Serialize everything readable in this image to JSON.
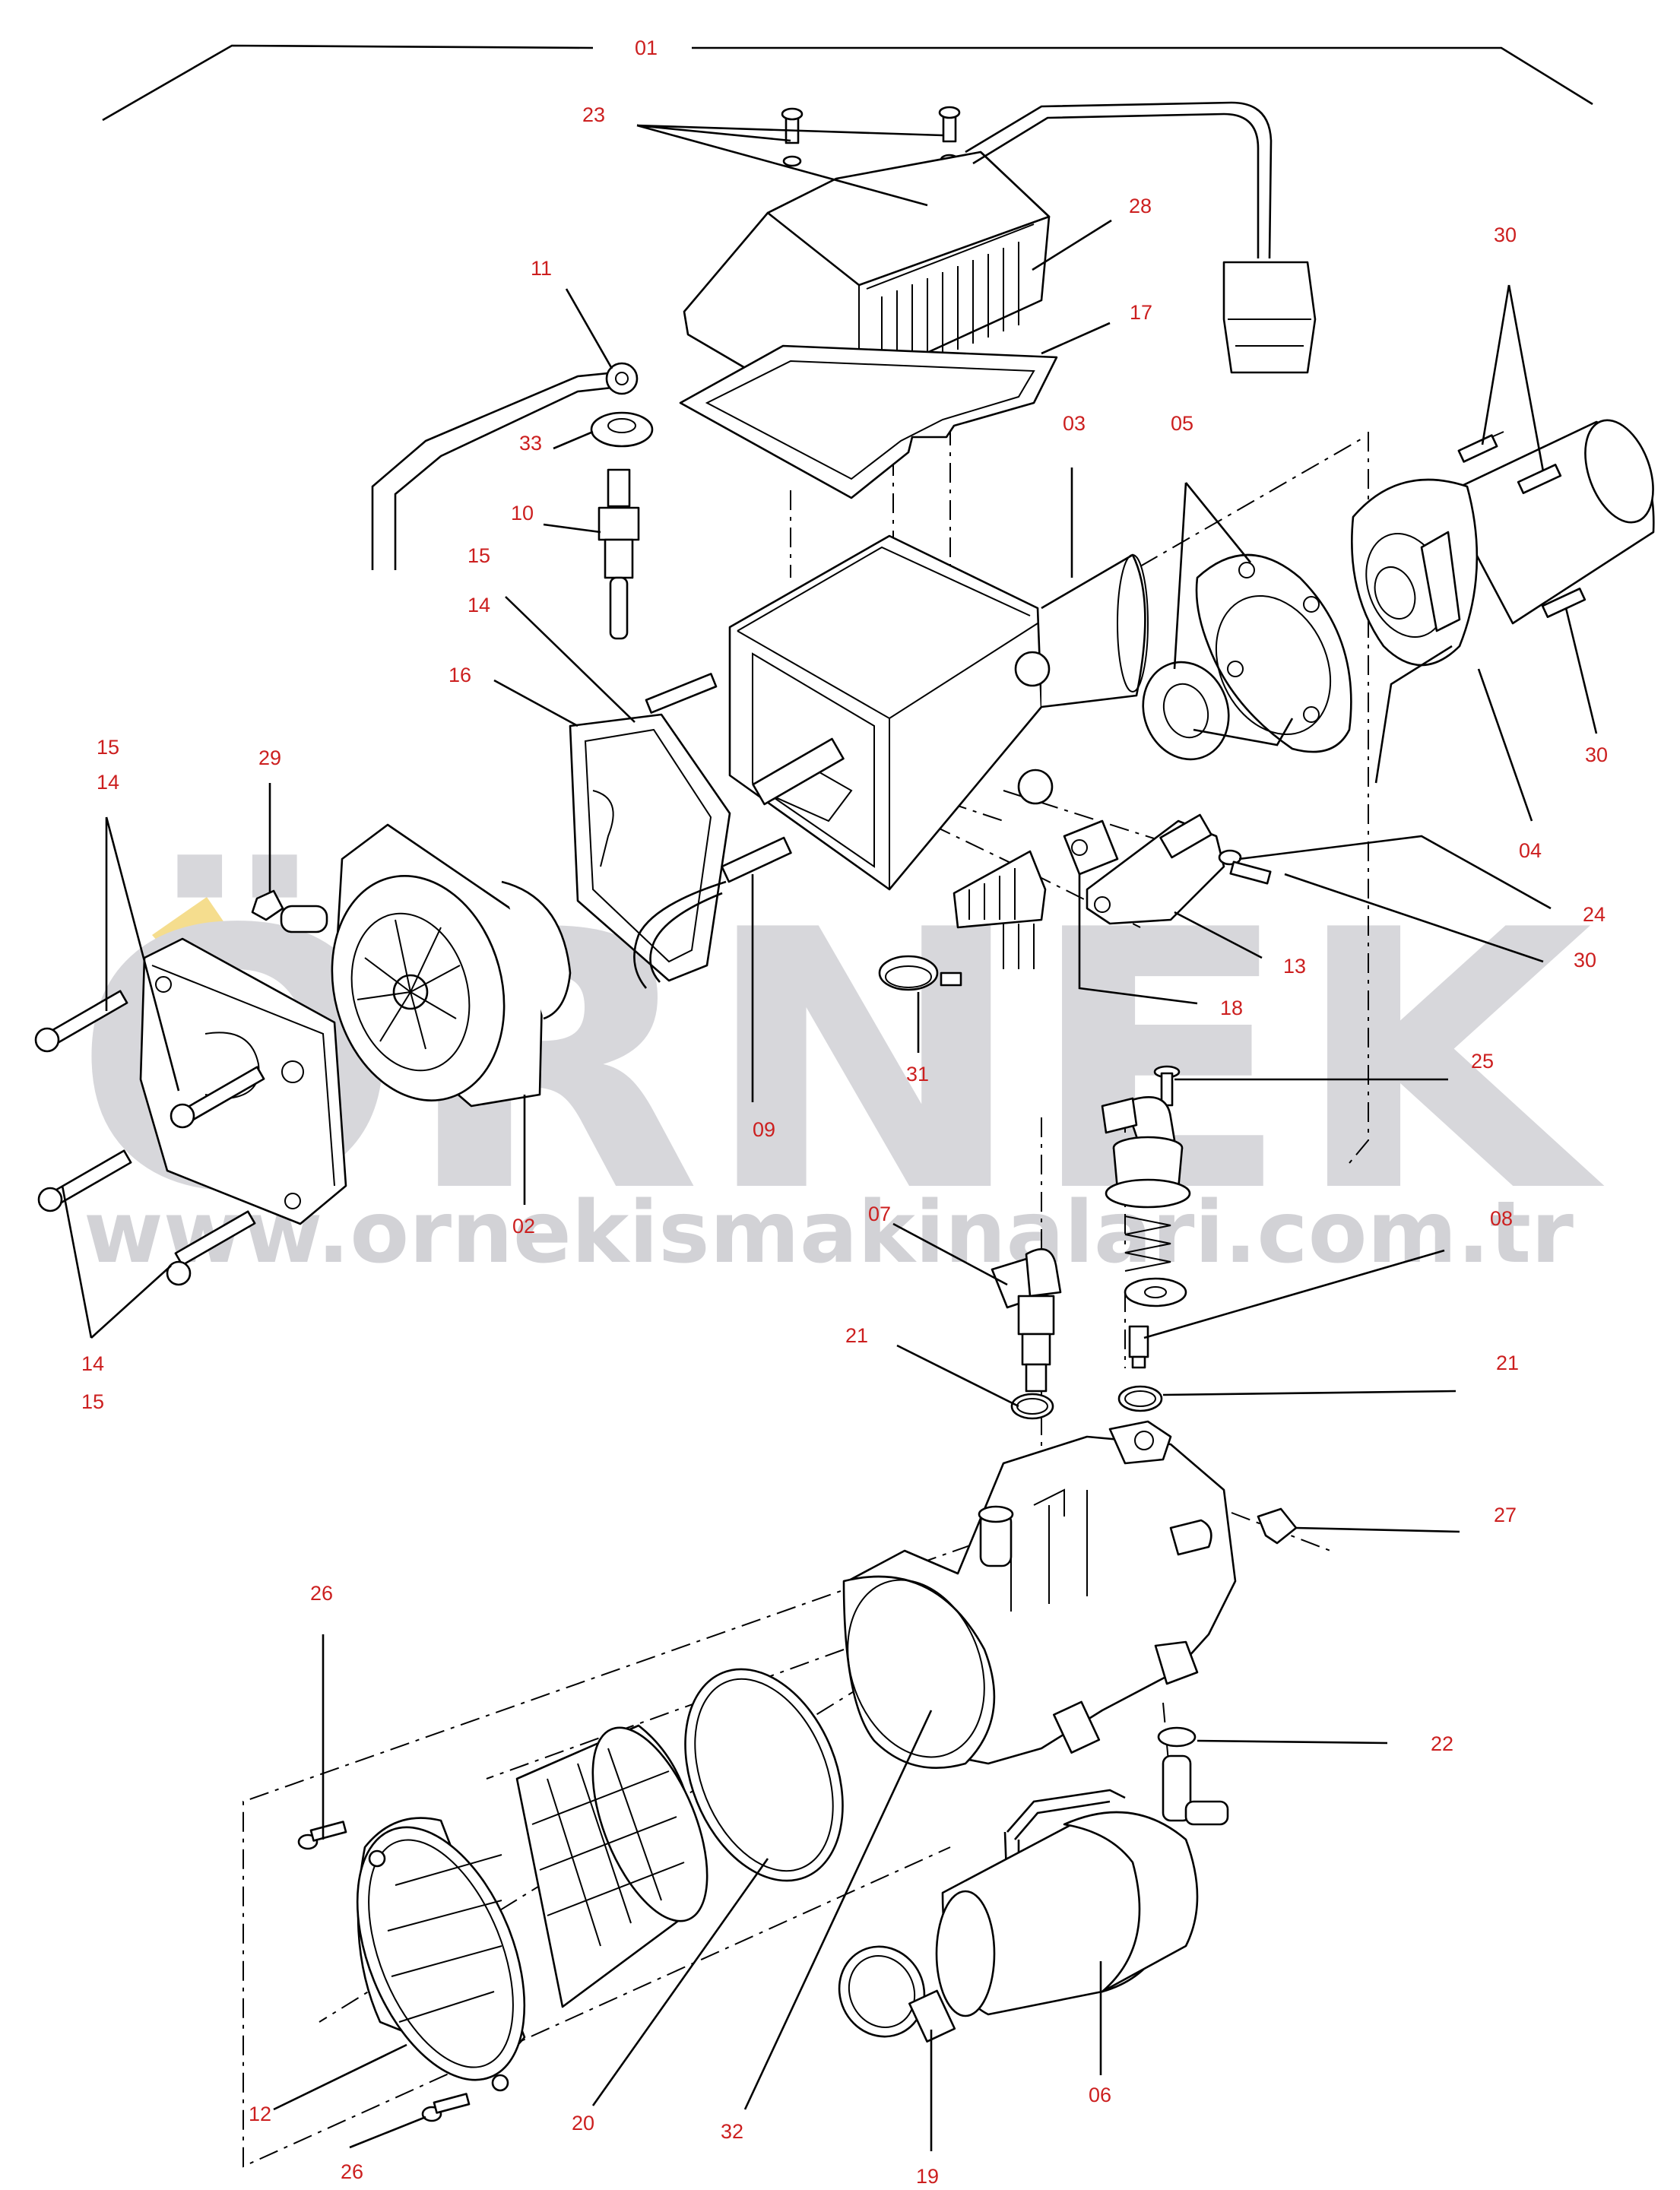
{
  "watermark": {
    "brand": "ÖRNEK",
    "url": "www.ornekismakinalari.com.tr",
    "brand_color": "#d7d7db",
    "accent_color": "#f3d77a"
  },
  "label_color": "#cc1f1f",
  "callouts": {
    "c01": "01",
    "c02": "02",
    "c03": "03",
    "c04": "04",
    "c05": "05",
    "c06": "06",
    "c07": "07",
    "c08": "08",
    "c09": "09",
    "c10": "10",
    "c11": "11",
    "c12": "12",
    "c13": "13",
    "c14a": "14",
    "c14b": "14",
    "c14c": "14",
    "c15a": "15",
    "c15b": "15",
    "c15c": "15",
    "c16": "16",
    "c17": "17",
    "c18": "18",
    "c19": "19",
    "c20": "20",
    "c21a": "21",
    "c21b": "21",
    "c22": "22",
    "c23": "23",
    "c24": "24",
    "c25": "25",
    "c26a": "26",
    "c26b": "26",
    "c27": "27",
    "c28": "28",
    "c29": "29",
    "c30a": "30",
    "c30b": "30",
    "c30c": "30",
    "c31": "31",
    "c32": "32",
    "c33": "33"
  }
}
